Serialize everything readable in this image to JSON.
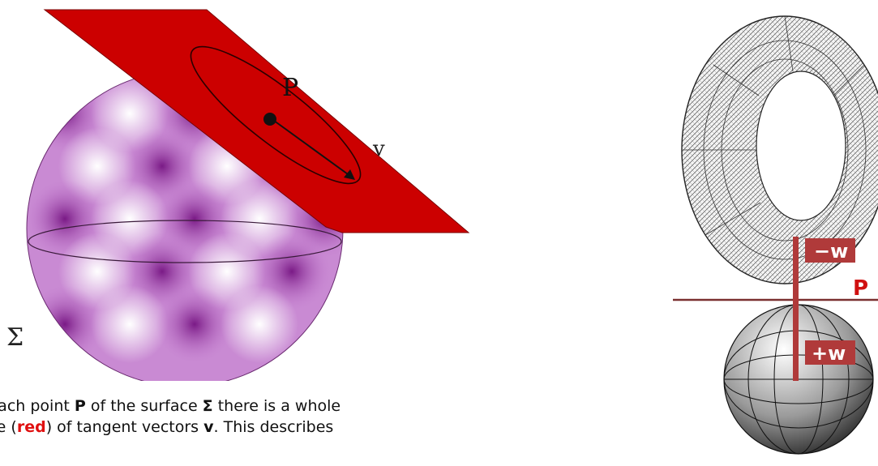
{
  "sphere_figure": {
    "point_label": "P",
    "vector_label": "v",
    "surface_label": "Σ",
    "plane_color": "#cc0000",
    "sphere_color": "#9b3aa0"
  },
  "torus_figure": {
    "minus_label": "−w",
    "plus_label": "+w",
    "point_label": "P",
    "accent_color": "#b03a3a"
  },
  "caption": {
    "line1_pre": "t each point ",
    "line1_p": "P",
    "line1_mid": " of the surface ",
    "line1_sigma": "Σ",
    "line1_post": " there is a whole",
    "line2_pre": "ane (",
    "line2_red": "red",
    "line2_mid": ") of tangent vectors ",
    "line2_v": "v",
    "line2_post": ". This describes"
  }
}
